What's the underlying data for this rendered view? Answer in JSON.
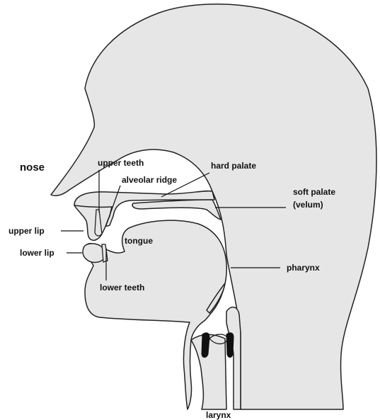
{
  "labels": {
    "nose": "nose",
    "upper_teeth": "upper teeth",
    "alveolar_ridge": "alveolar ridge",
    "hard_palate": "hard palate",
    "soft_palate_line1": "soft palate",
    "soft_palate_line2": "(velum)",
    "upper_lip": "upper lip",
    "lower_lip": "lower lip",
    "tongue": "tongue",
    "lower_teeth": "lower teeth",
    "pharynx": "pharynx",
    "larynx": "larynx"
  },
  "colors": {
    "tissue_fill": "#e6e6e6",
    "outline": "#222222",
    "background": "#ffffff",
    "vocal_cords": "#111111"
  }
}
